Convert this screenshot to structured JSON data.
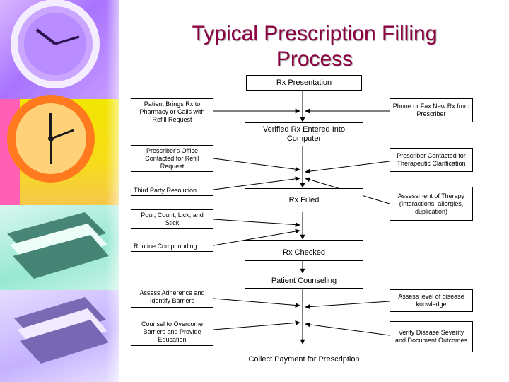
{
  "title": {
    "line1": "Typical Prescription Filling",
    "line2": "Process"
  },
  "center": {
    "rx_presentation": "Rx Presentation",
    "verified_rx": "Verified Rx Entered Into Computer",
    "rx_filled": "Rx Filled",
    "rx_checked": "Rx Checked",
    "patient_counseling": "Patient Counseling",
    "collect_payment": "Collect Payment for Prescription"
  },
  "left": {
    "patient_brings": "Patient Brings Rx to Pharmacy or Calls with Refill Request",
    "prescriber_office": "Prescriber's Office Contacted for Refill Request",
    "third_party": "Third Party Resolution",
    "pour_count": "Pour, Count, Lick, and Stick",
    "routine_compounding": "Routine Compounding",
    "assess_adherence": "Assess Adherence and Identify Barriers",
    "counsel_overcome": "Counsel to Overcome Barriers and Provide Education"
  },
  "right": {
    "phone_fax": "Phone or Fax New Rx from Prescriber",
    "prescriber_contacted": "Prescriber Contacted for Therapeutic Clarification",
    "assessment_therapy": "Assessment of Therapy (Interactions, allergies, duplication)",
    "assess_level": "Assess level of disease knowledge",
    "verify_severity": "Verify Disease Severity and Document Outcomes"
  },
  "colors": {
    "title": "#8b0040",
    "line": "#000000"
  }
}
